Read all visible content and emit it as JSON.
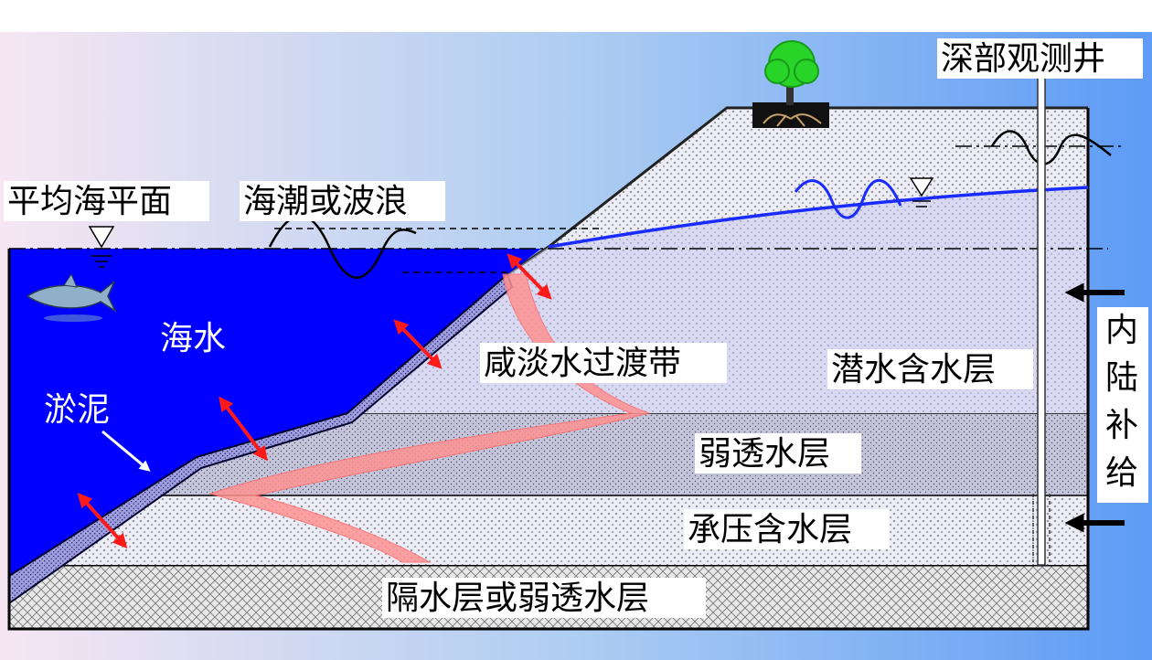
{
  "labels": {
    "mean_sea_level": "平均海平面",
    "tide_or_wave": "海潮或波浪",
    "seawater": "海水",
    "sediment": "淤泥",
    "transition_zone": "咸淡水过渡带",
    "unconfined_aquifer": "潜水含水层",
    "aquitard": "弱透水层",
    "confined_aquifer": "承压含水层",
    "bottom_layer": "隔水层或弱透水层",
    "observation_well": "深部观测井",
    "inland_recharge": [
      "内",
      "陆",
      "补",
      "给"
    ]
  },
  "colors": {
    "sea": "#0000ff",
    "water_table": "#1a2bff",
    "transition_zone": "#ff9090",
    "exchange_arrow": "#ff1a1a",
    "tree": "#27d427",
    "unconfined_fill": "#e8e8f4",
    "aquitard_fill": "#c2c2dc",
    "sediment_fill": "#9a9ade"
  }
}
